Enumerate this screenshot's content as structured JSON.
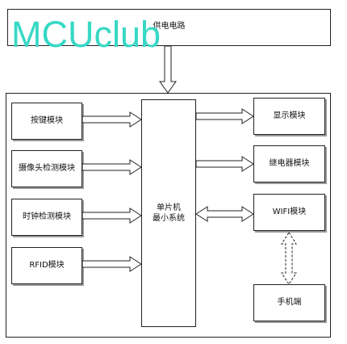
{
  "diagram": {
    "power_supply": "供电电路",
    "watermark": "MCUclub",
    "mcu": {
      "line1": "单片机",
      "line2": "最小系统"
    },
    "inputs": [
      {
        "id": "keys",
        "label": "按键模块"
      },
      {
        "id": "camera",
        "label": "摄像头检测模块"
      },
      {
        "id": "clock",
        "label": "时钟检测模块"
      },
      {
        "id": "rfid",
        "label": "RFID模块"
      }
    ],
    "outputs": [
      {
        "id": "display",
        "label": "显示模块"
      },
      {
        "id": "relay",
        "label": "继电器模块"
      },
      {
        "id": "wifi",
        "label": "WIFI模块"
      }
    ],
    "phone": "手机端",
    "colors": {
      "line": "#222222",
      "watermark": "#37d8c5",
      "background": "#ffffff"
    }
  }
}
